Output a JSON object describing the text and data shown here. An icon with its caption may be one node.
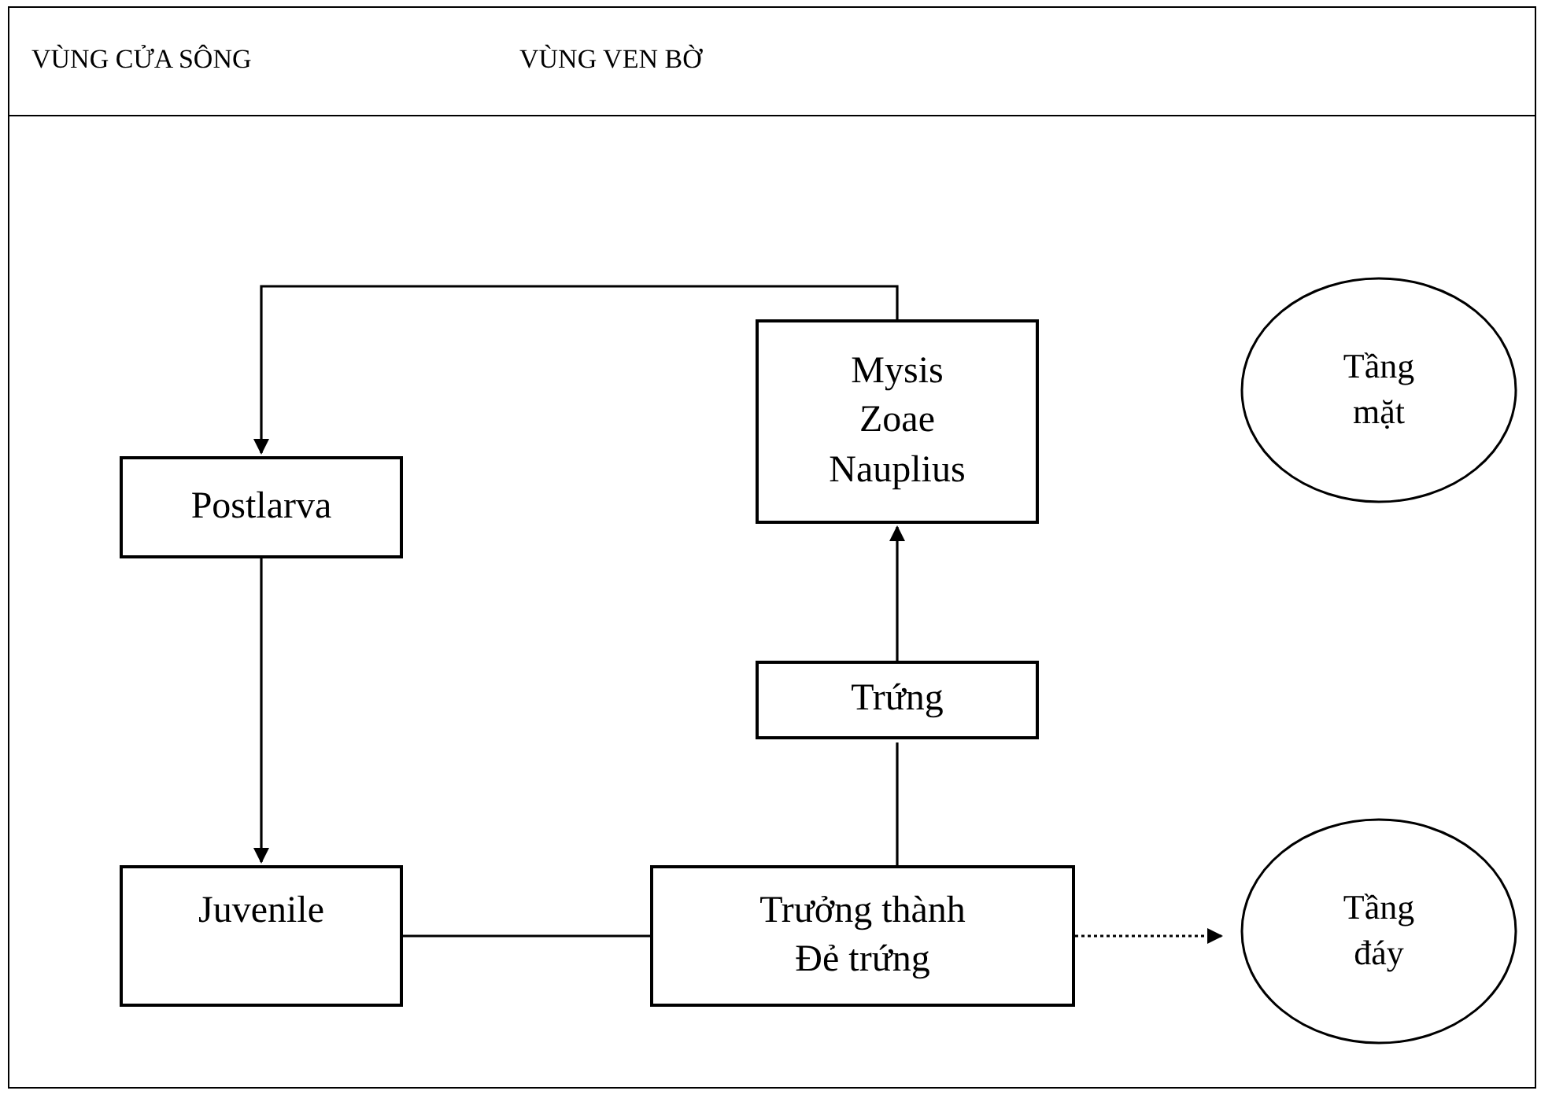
{
  "diagram": {
    "nodes": [
      {
        "text": [
          "Mysis",
          "Zoae",
          "Nauplius"
        ]
      },
      {
        "text": [
          "Tầng mặt"
        ]
      },
      {
        "text": [
          "Postlarva"
        ]
      },
      {
        "text": [
          "Trứng"
        ]
      },
      {
        "text": [
          "Juvenile"
        ]
      },
      {
        "text": [
          "Trưởng thành",
          "Đẻ trứng"
        ]
      },
      {
        "text": [
          "Tầng đáy"
        ]
      }
    ],
    "edges": [
      {
        "from": 0,
        "to": 2,
        "arrow": "to"
      },
      {
        "from": 2,
        "to": 4,
        "arrow": "to"
      },
      {
        "from": 4,
        "to": 5,
        "arrow": "none"
      },
      {
        "from": 5,
        "to": 3,
        "arrow": "none"
      },
      {
        "from": 3,
        "to": 0,
        "arrow": "to"
      },
      {
        "from": 5,
        "to": 6,
        "arrow": "to",
        "style": "dashed"
      }
    ],
    "labels": [
      "VÙNG CỬA SÔNG",
      "VÙNG VEN BỜ"
    ]
  }
}
